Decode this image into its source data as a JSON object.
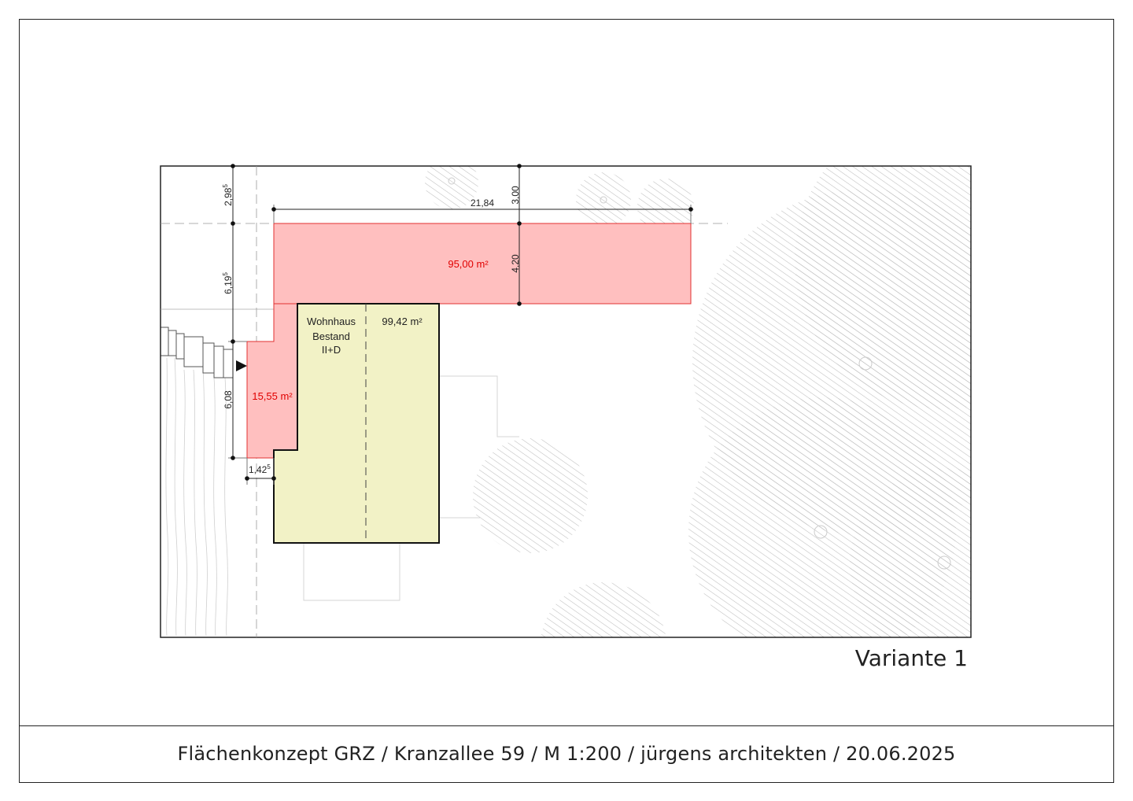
{
  "title_block": {
    "footer": "Flächenkonzept GRZ / Kranzallee 59 / M 1:200 / jürgens architekten / 20.06.2025",
    "variant": "Variante 1"
  },
  "areas": {
    "top_red": "95,00 m²",
    "left_red": "15,55 m²",
    "existing_area": "99,42 m²"
  },
  "building": {
    "line1": "Wohnhaus",
    "line2": "Bestand",
    "line3": "II+D"
  },
  "dimensions": {
    "width_top": "21,84",
    "depth_top_setback": "3,00",
    "depth_top_block": "4,20",
    "left_setback_1": "2,98",
    "left_setback_1_sup": "5",
    "left_setback_2": "6,19",
    "left_setback_2_sup": "5",
    "left_block": "6,08",
    "offset_bottom": "1,42",
    "offset_bottom_sup": "5"
  },
  "colors": {
    "red_fill": "#ffbfbf",
    "red_stroke": "#e03030",
    "building_fill": "#f2f2c6",
    "hatch": "#bdbdbd",
    "line": "#222222"
  }
}
